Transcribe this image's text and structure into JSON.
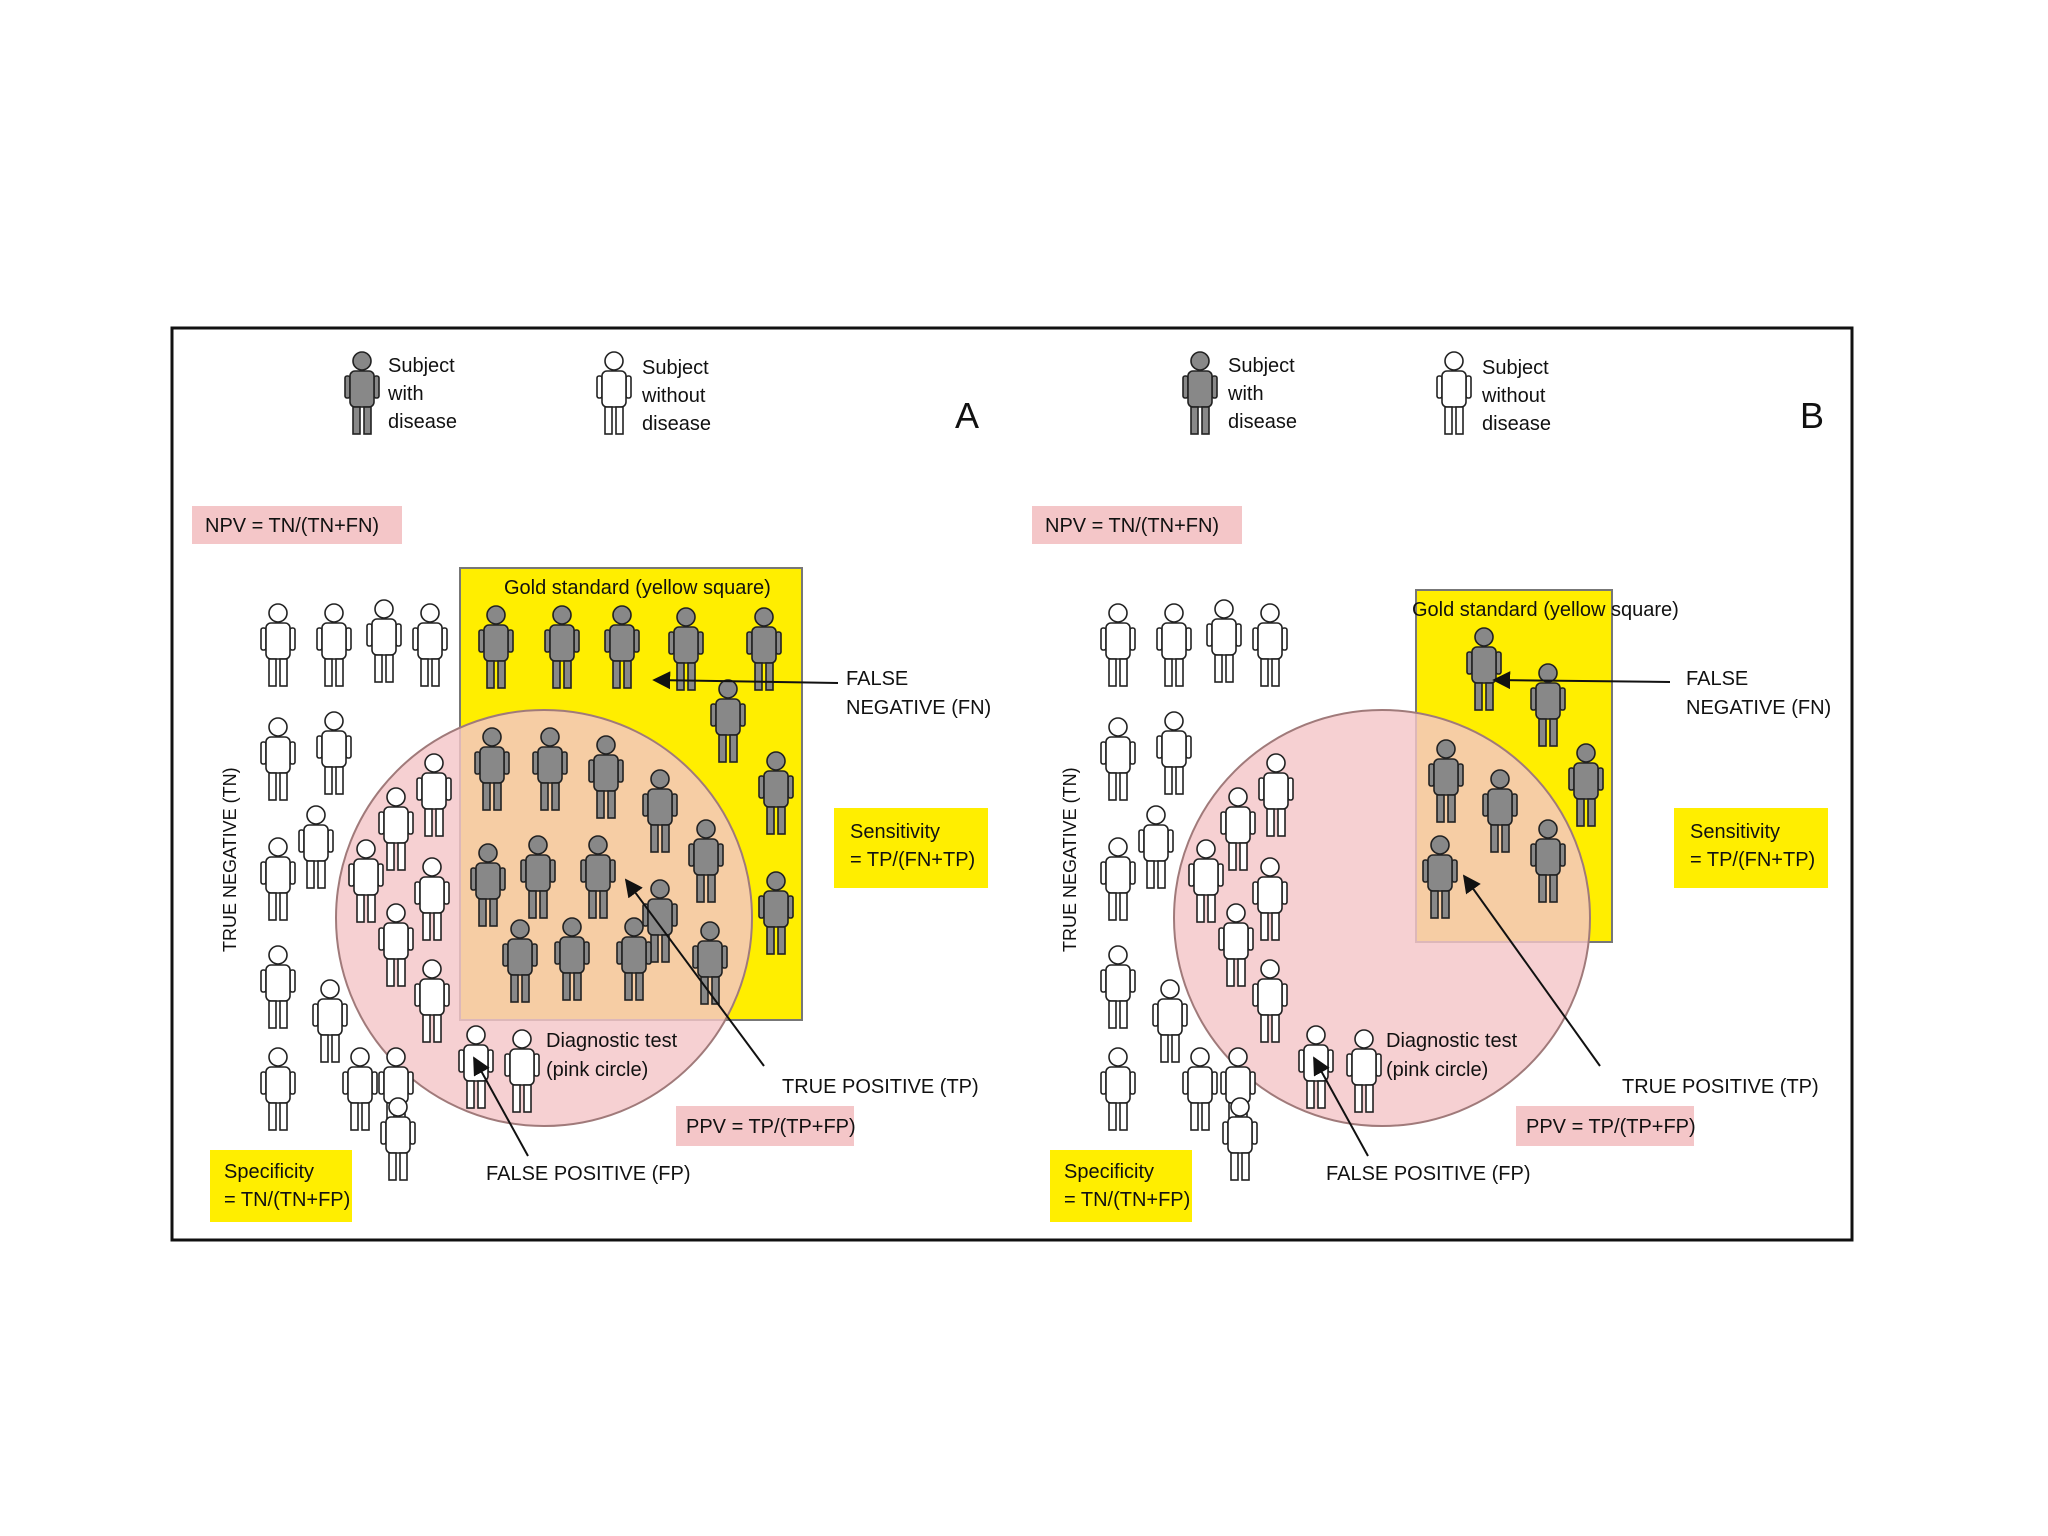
{
  "legend": {
    "with_disease": [
      "Subject",
      "with",
      "disease"
    ],
    "without_disease": [
      "Subject",
      "without",
      "disease"
    ]
  },
  "colors": {
    "gold_standard": "#ffee00",
    "diagnostic_test": "#f4c6c8",
    "formula_box_pink": "#f4c6c8",
    "formula_box_yellow": "#ffee00",
    "diseased_figure": "#888888",
    "healthy_figure": "#ffffff"
  },
  "panels": [
    {
      "letter": "A",
      "npv": "NPV = TN/(TN+FN)",
      "gold_standard": "Gold standard (yellow square)",
      "false_negative": [
        "FALSE",
        "NEGATIVE (FN)"
      ],
      "sensitivity": [
        "Sensitivity",
        "= TP/(FN+TP)"
      ],
      "true_negative": "TRUE NEGATIVE (TN)",
      "diagnostic_test": [
        "Diagnostic test",
        "(pink circle)"
      ],
      "true_positive": "TRUE POSITIVE (TP)",
      "ppv": "PPV = TP/(TP+FP)",
      "false_positive": "FALSE POSITIVE (FP)",
      "specificity": [
        "Specificity",
        "= TN/(TN+FP)"
      ]
    },
    {
      "letter": "B",
      "npv": "NPV = TN/(TN+FN)",
      "gold_standard": "Gold standard (yellow square)",
      "false_negative": [
        "FALSE",
        "NEGATIVE (FN)"
      ],
      "sensitivity": [
        "Sensitivity",
        "= TP/(FN+TP)"
      ],
      "true_negative": "TRUE NEGATIVE (TN)",
      "diagnostic_test": [
        "Diagnostic test",
        "(pink circle)"
      ],
      "true_positive": "TRUE POSITIVE (TP)",
      "ppv": "PPV = TP/(TP+FP)",
      "false_positive": "FALSE POSITIVE (FP)",
      "specificity": [
        "Specificity",
        "= TN/(TN+FP)"
      ]
    }
  ]
}
